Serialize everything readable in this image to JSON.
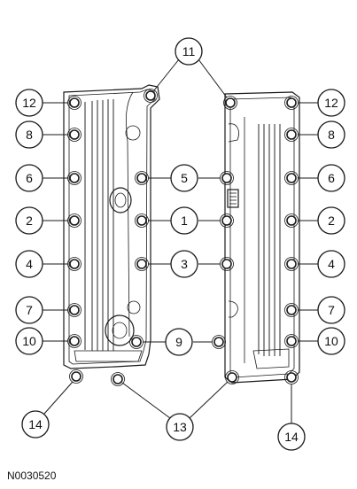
{
  "figure_id": "N0030520",
  "callouts": {
    "c11": "11",
    "c12_left": "12",
    "c12_right": "12",
    "c8_left": "8",
    "c8_right": "8",
    "c6_left": "6",
    "c6_right": "6",
    "c5": "5",
    "c2_left": "2",
    "c2_right": "2",
    "c1": "1",
    "c4_left": "4",
    "c4_right": "4",
    "c3": "3",
    "c7_left": "7",
    "c7_right": "7",
    "c10_left": "10",
    "c10_right": "10",
    "c9": "9",
    "c14_left": "14",
    "c14_right": "14",
    "c13": "13"
  }
}
